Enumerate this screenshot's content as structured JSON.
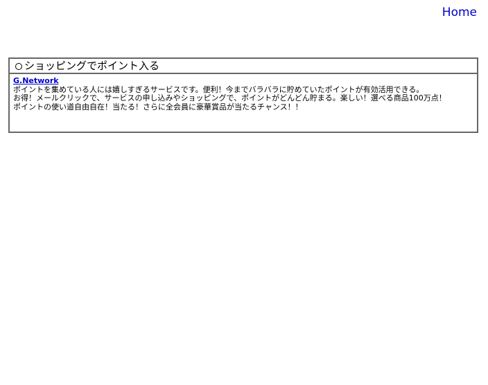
{
  "nav": {
    "home_label": "Home"
  },
  "section": {
    "title": "ショッピングでポイント入る",
    "entry": {
      "name": "G.Network",
      "lines": [
        "ポイントを集めている人には嬉しすぎるサービスです。便利！今までバラバラに貯めていたポイントが有効活用できる。",
        "お得！メールクリックで、サービスの申し込みやショッピングで、ポイントがどんどん貯まる。楽しい！選べる商品100万点！",
        "ポイントの使い道自由自在！当たる！さらに全会員に豪華賞品が当たるチャンス！！"
      ]
    }
  },
  "colors": {
    "link": "#0000cc",
    "border": "#666666"
  }
}
